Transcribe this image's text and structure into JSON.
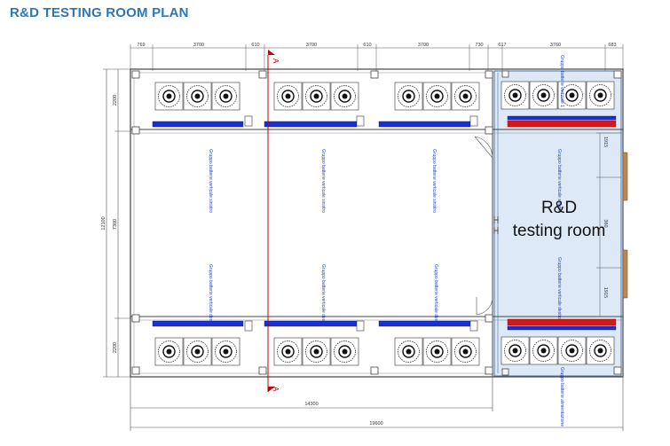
{
  "title": "R&D TESTING ROOM PLAN",
  "room": {
    "line1": "R&D",
    "line2": "testing room"
  },
  "section_marker": "A",
  "dimensions": {
    "top": [
      "769",
      "3700",
      "610",
      "3700",
      "610",
      "3700",
      "730",
      "617",
      "3760",
      "683"
    ],
    "left_outer": "12100",
    "left": [
      "2200",
      "7300",
      "2200"
    ],
    "right": [
      "1915",
      "360",
      "1915"
    ],
    "bottom_inner": "14300",
    "bottom_outer": "19600"
  },
  "labels": {
    "upper_wall": "Gruppo batterie verticale sinistro",
    "lower_wall": "Gruppo batterie verticale destro",
    "rd_upper_wall": "Gruppo batterie verticale sinistro",
    "rd_lower_wall": "Gruppo batterie verticale destro",
    "rd_top": "Gruppo batterie verticale 1",
    "rd_bottom": "Gruppo batterie alimentazione"
  },
  "colors": {
    "title": "#2E75B6",
    "rack_blue": "#1a2fd1",
    "rack_red": "#d11a1a",
    "rd_fill": "#dde9f7",
    "section_line": "#c00000"
  },
  "icons": [
    "fan-unit-icon",
    "door-icon",
    "section-arrow-icon"
  ]
}
